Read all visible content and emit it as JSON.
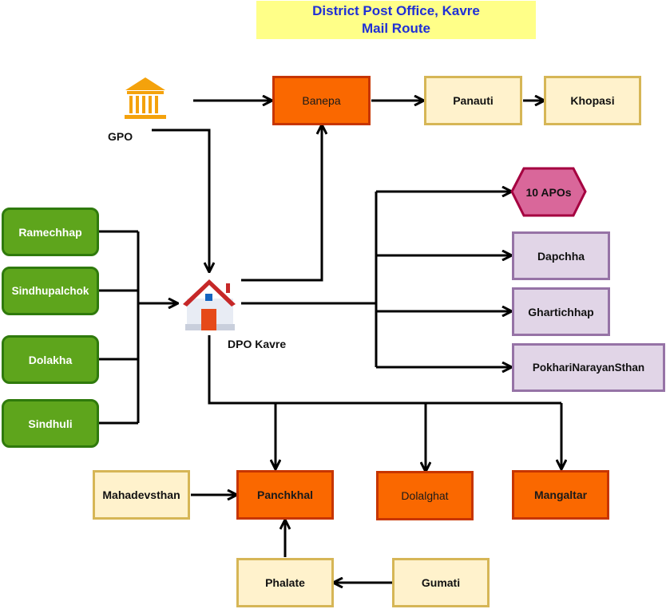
{
  "title": {
    "line1": "District Post Office, Kavre",
    "line2": "Mail Route"
  },
  "colors": {
    "title_bg": "#ffff88",
    "title_text": "#1f2fd6",
    "green_fill": "#5ea51c",
    "green_border": "#2f7a0c",
    "orange_fill": "#fa6800",
    "orange_border": "#c73500",
    "cream_fill": "#fff2cc",
    "cream_border": "#d6b656",
    "purple_fill": "#e1d5e7",
    "purple_border": "#9673a6",
    "hex_fill": "#d9679a",
    "edge": "#000000"
  },
  "icons": {
    "gpo": "bank-building-icon",
    "dpo": "house-icon"
  },
  "nodes": {
    "gpo": "GPO",
    "dpo": "DPO Kavre",
    "banepa": "Banepa",
    "panauti": "Panauti",
    "khopasi": "Khopasi",
    "apos": "10 APOs",
    "dapchha": "Dapchha",
    "ghartichhap": "Ghartichhap",
    "pokhari": "PokhariNarayanSthan",
    "ramechhap": "Ramechhap",
    "sindhupalchok": "Sindhupalchok",
    "dolakha": "Dolakha",
    "sindhuli": "Sindhuli",
    "mahadevsthan": "Mahadevsthan",
    "panchkhal": "Panchkhal",
    "dolalghat": "Dolalghat",
    "mangaltar": "Mangaltar",
    "phalate": "Phalate",
    "gumati": "Gumati"
  }
}
